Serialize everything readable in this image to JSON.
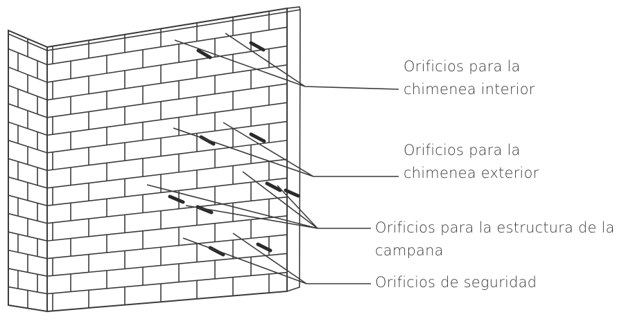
{
  "labels": {
    "chimenea_interior": {
      "line1": "Orificios para la",
      "line2": "chimenea interior"
    },
    "chimenea_exterior": {
      "line1": "Orificios para la",
      "line2": "chimenea exterior"
    },
    "estructura_campana": {
      "line1": "Orificios para la estructura de la",
      "line2": "campana"
    },
    "seguridad": {
      "line1": "Orificios de seguridad"
    }
  },
  "colors": {
    "stroke": "#3a3a3a",
    "text": "#3a3a3a",
    "background": "#ffffff"
  }
}
